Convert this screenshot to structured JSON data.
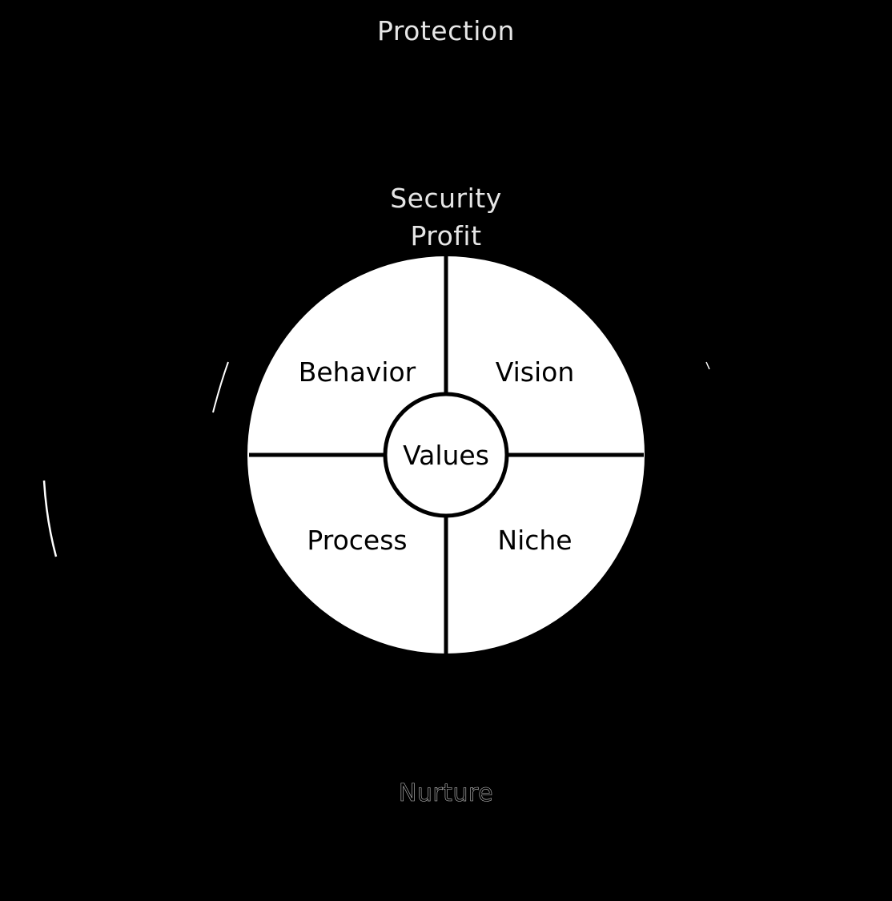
{
  "diagram": {
    "outer_labels": {
      "top": "Protection",
      "upper_line1": "Security",
      "upper_line2": "Profit",
      "bottom": "Nurture"
    },
    "center": "Values",
    "quadrants": {
      "top_left": "Behavior",
      "top_right": "Vision",
      "bottom_left": "Process",
      "bottom_right": "Niche"
    },
    "colors": {
      "background": "#000000",
      "circle_fill": "#ffffff",
      "lines": "#000000",
      "outer_text": "#e6e6e6",
      "inner_text": "#000000"
    }
  }
}
